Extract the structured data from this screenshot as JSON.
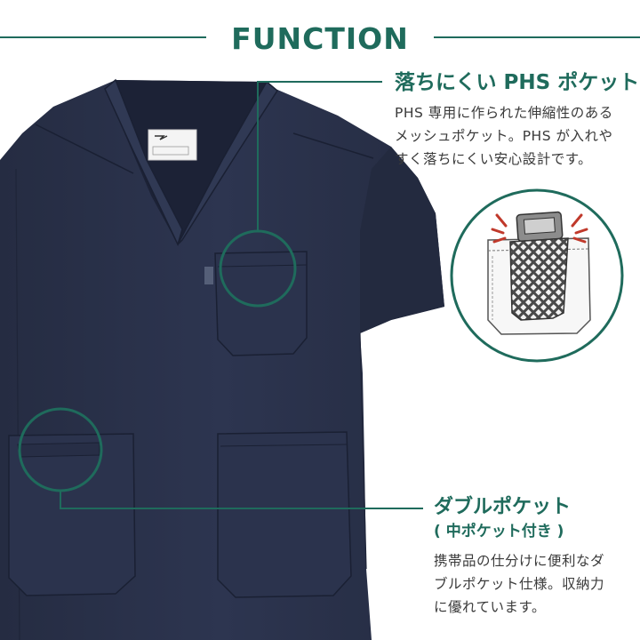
{
  "header": {
    "title": "FUNCTION"
  },
  "features": [
    {
      "title": "落ちにくい PHS ポケット",
      "description_lines": [
        "PHS 専用に作られた伸縮性のある",
        "メッシュポケット。PHS が入れや",
        "すく落ちにくい安心設計です。"
      ]
    },
    {
      "title": "ダブルポケット",
      "subtitle": "( 中ポケット付き )",
      "description_lines": [
        "携帯品の仕分けに便利なダ",
        "ブルポケット仕様。収納力",
        "に優れています。"
      ]
    }
  ],
  "colors": {
    "accent": "#1f6b5c",
    "garment": "#2a3249",
    "text": "#3a3a3a"
  }
}
